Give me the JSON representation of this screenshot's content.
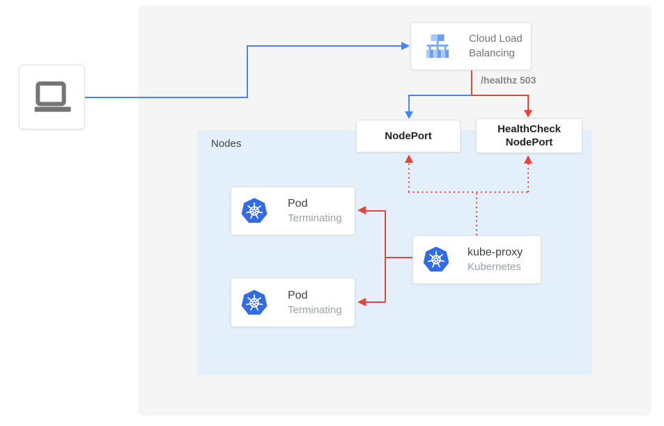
{
  "colors": {
    "blue": "#4285f4",
    "red": "#ea4335",
    "panel_bg": "#f5f5f5",
    "nodes_bg": "#e3f0fc",
    "k8s_blue": "#326ce5",
    "icon_gray": "#757575"
  },
  "client": {
    "icon": "laptop-icon"
  },
  "cloud_load_balancing": {
    "label": "Cloud Load Balancing",
    "icon": "load-balancer-icon"
  },
  "healthz_label": "/healthz 503",
  "nodeport": {
    "label": "NodePort"
  },
  "healthcheck_nodeport": {
    "label": "HealthCheck NodePort"
  },
  "nodes": {
    "label": "Nodes"
  },
  "pods": [
    {
      "title": "Pod",
      "subtitle": "Terminating",
      "icon": "kubernetes-icon"
    },
    {
      "title": "Pod",
      "subtitle": "Terminating",
      "icon": "kubernetes-icon"
    }
  ],
  "kube_proxy": {
    "title": "kube-proxy",
    "subtitle": "Kubernetes",
    "icon": "kubernetes-icon"
  }
}
